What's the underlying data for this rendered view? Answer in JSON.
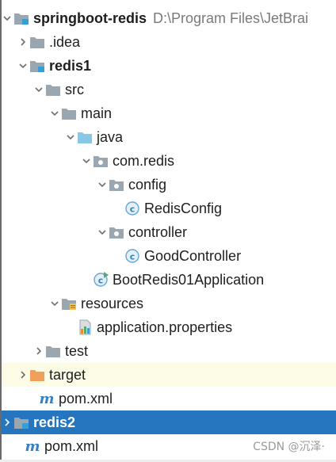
{
  "tree": [
    {
      "label": "springboot-redis",
      "hint": "D:\\Program Files\\JetBrai",
      "icon": "module-folder-icon",
      "expanded": true,
      "bold": true
    },
    {
      "label": ".idea",
      "icon": "folder-icon",
      "expanded": false
    },
    {
      "label": "redis1",
      "icon": "module-folder-icon",
      "expanded": true,
      "bold": true
    },
    {
      "label": "src",
      "icon": "folder-icon",
      "expanded": true
    },
    {
      "label": "main",
      "icon": "folder-icon",
      "expanded": true
    },
    {
      "label": "java",
      "icon": "source-folder-icon",
      "expanded": true
    },
    {
      "label": "com.redis",
      "icon": "package-icon",
      "expanded": true
    },
    {
      "label": "config",
      "icon": "package-icon",
      "expanded": true
    },
    {
      "label": "RedisConfig",
      "icon": "java-class-icon"
    },
    {
      "label": "controller",
      "icon": "package-icon",
      "expanded": true
    },
    {
      "label": "GoodController",
      "icon": "java-class-icon"
    },
    {
      "label": "BootRedis01Application",
      "icon": "spring-boot-class-icon"
    },
    {
      "label": "resources",
      "icon": "resources-folder-icon",
      "expanded": true
    },
    {
      "label": "application.properties",
      "icon": "properties-file-icon"
    },
    {
      "label": "test",
      "icon": "folder-icon",
      "expanded": false
    },
    {
      "label": "target",
      "icon": "excluded-folder-icon",
      "expanded": false
    },
    {
      "label": "pom.xml",
      "icon": "maven-icon"
    },
    {
      "label": "redis2",
      "icon": "module-folder-icon",
      "expanded": false,
      "bold": true
    },
    {
      "label": "pom.xml",
      "icon": "maven-icon"
    }
  ],
  "watermark": "CSDN @沉泽·"
}
